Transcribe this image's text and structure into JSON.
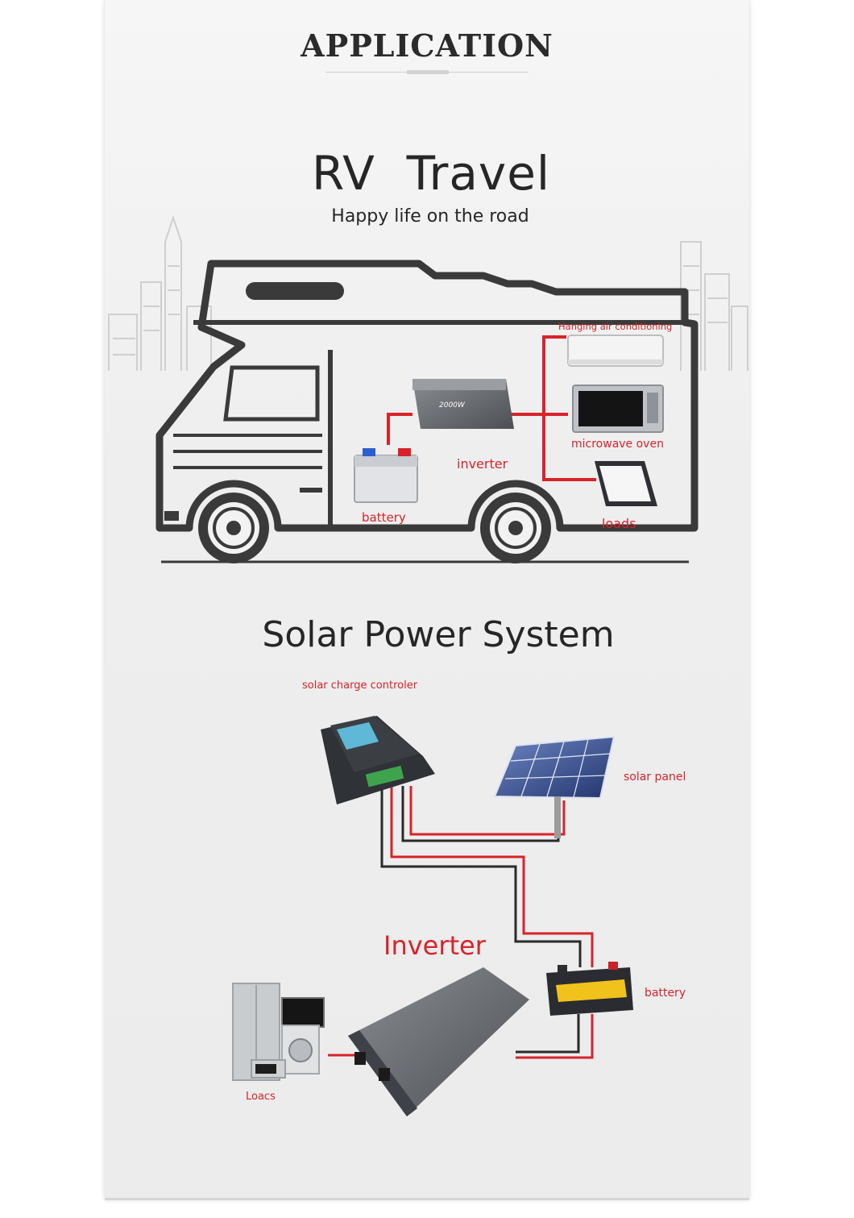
{
  "header": {
    "title": "APPLICATION"
  },
  "rv": {
    "title": "RV  Travel",
    "subtitle": "Happy life on the road",
    "labels": {
      "air_conditioning": "Hanging air conditioning",
      "microwave": "microwave oven",
      "inverter": "inverter",
      "battery": "battery",
      "loads": "loads",
      "inverter_model": "2000W"
    }
  },
  "solar": {
    "title": "Solar Power System",
    "labels": {
      "controller": "solar charge controler",
      "panel": "solar panel",
      "inverter": "Inverter",
      "battery": "battery",
      "loads": "Loacs"
    }
  },
  "colors": {
    "wire_red": "#d8232a",
    "text_dark": "#262626",
    "outline": "#3a3a3a"
  }
}
